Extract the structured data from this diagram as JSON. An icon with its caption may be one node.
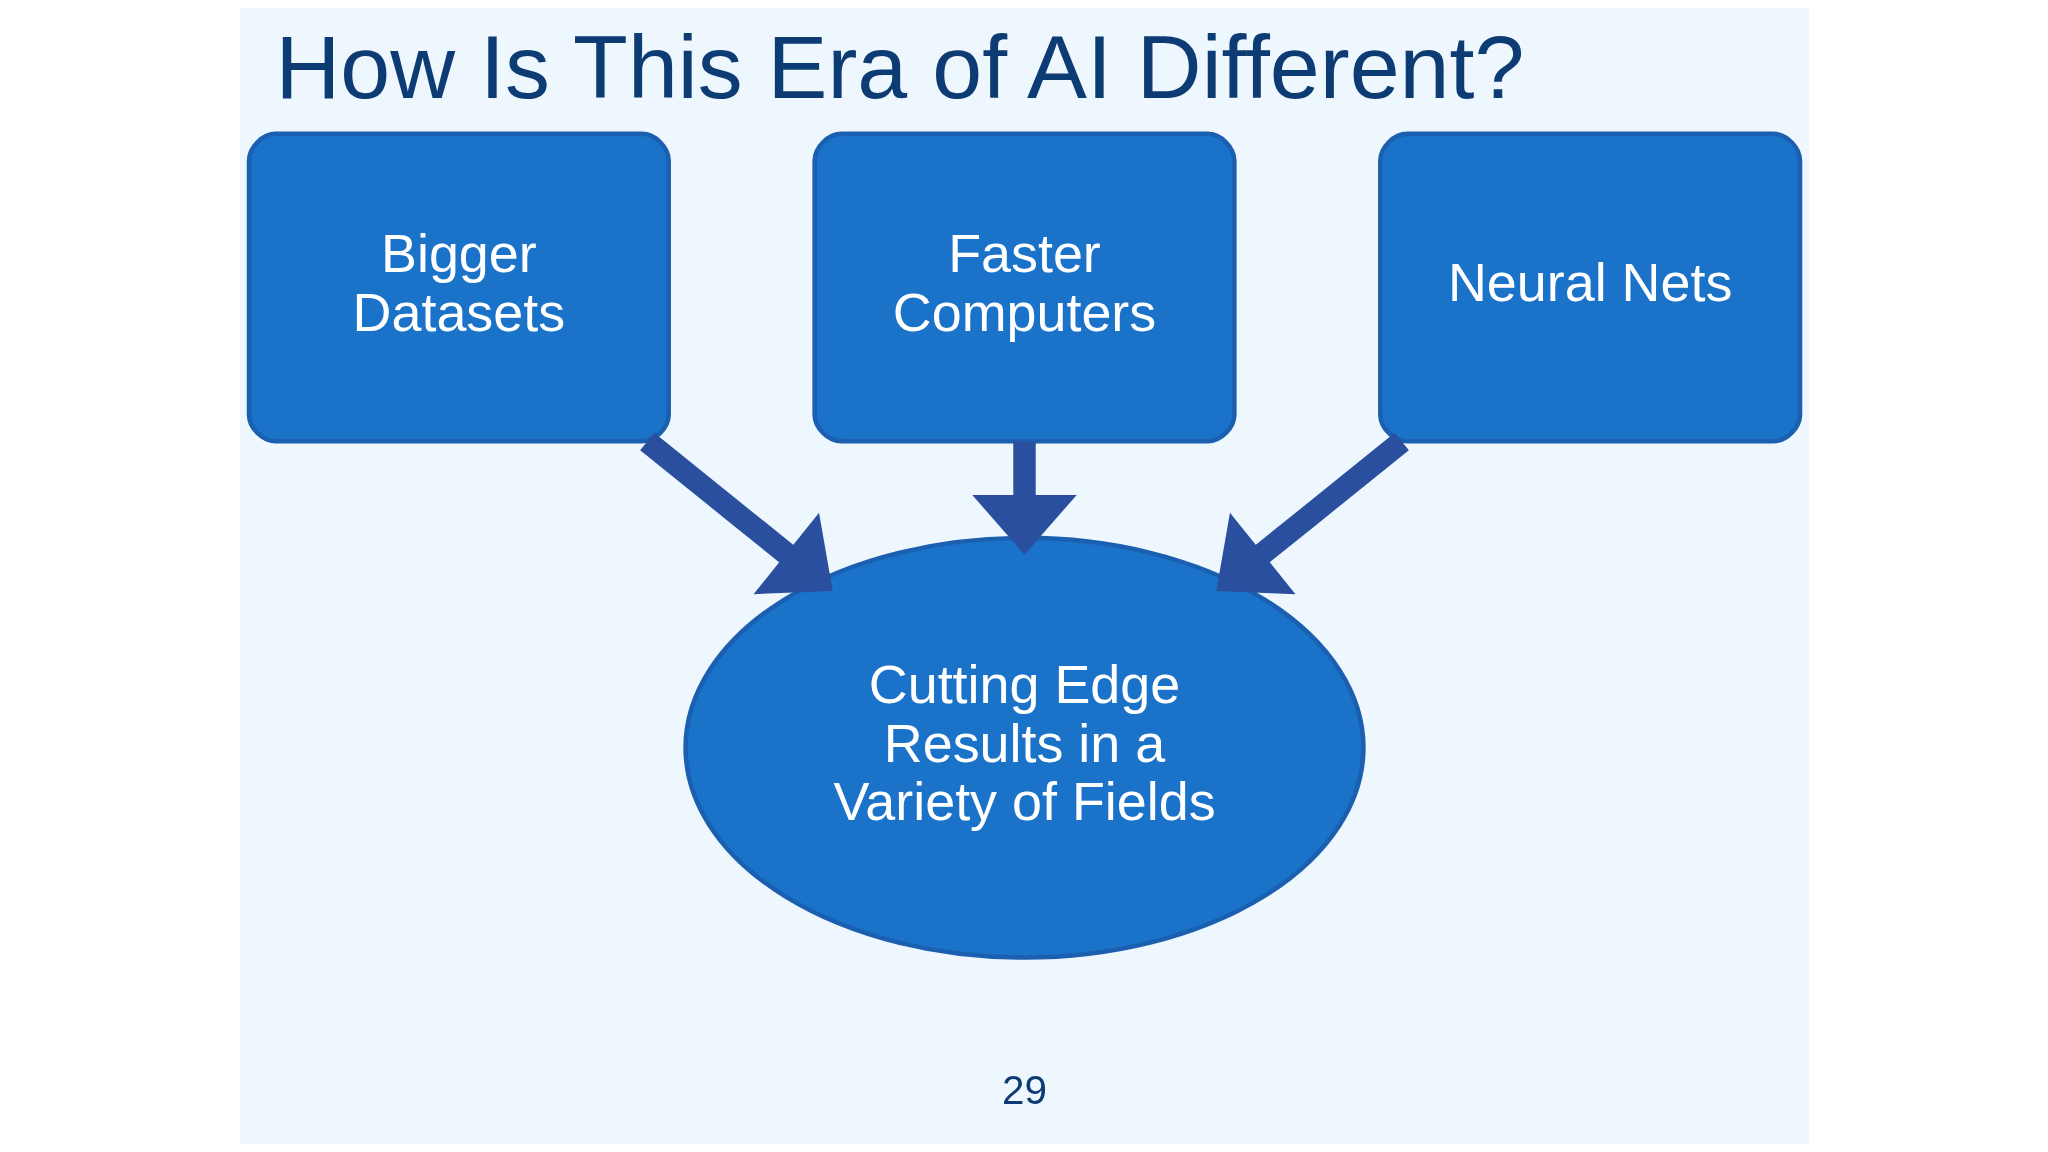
{
  "diagram": {
    "title": "How Is This Era of AI Different?",
    "nodes": [
      {
        "text": [
          "Faster Computers"
        ]
      },
      {
        "text": [
          "Bigger Datasets"
        ]
      },
      {
        "text": [
          "Neural Nets"
        ]
      },
      {
        "text": [
          "Cutting Edge Results in a Variety of Fields"
        ]
      }
    ],
    "edges": [
      {
        "from": 0,
        "to": 3,
        "arrow": "to"
      },
      {
        "from": 1,
        "to": 3,
        "arrow": "to"
      },
      {
        "from": 2,
        "to": 3,
        "arrow": "to"
      }
    ],
    "labels": [
      "29"
    ]
  }
}
